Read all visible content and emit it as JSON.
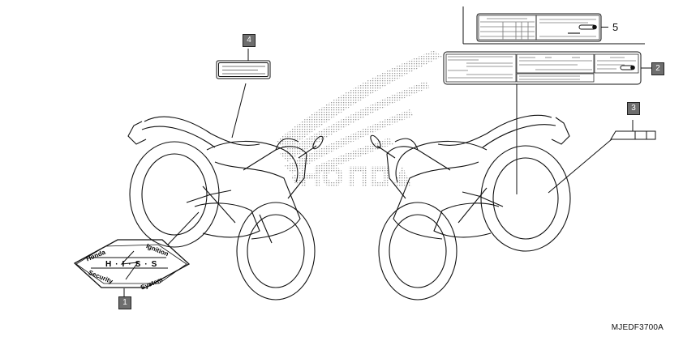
{
  "diagram": {
    "code": "MJEDF3700A",
    "watermark": "HONDA",
    "colors": {
      "line": "#111111",
      "callout_fill": "#6e6e6e",
      "callout_text": "#ffffff",
      "halftone": "#9a9a9a"
    },
    "callouts": [
      {
        "number": "1",
        "part": "his-security-emblem"
      },
      {
        "number": "2",
        "part": "caution-label-large"
      },
      {
        "number": "3",
        "part": "tire-label-strip"
      },
      {
        "number": "4",
        "part": "fuel-tank-label"
      },
      {
        "number": "5",
        "part": "alternate-caution-label"
      }
    ],
    "his_emblem": {
      "top_left": "Honda",
      "top_right": "Ignition",
      "center": "H·I·S·S",
      "bottom_left": "Security",
      "bottom_right": "System"
    }
  }
}
